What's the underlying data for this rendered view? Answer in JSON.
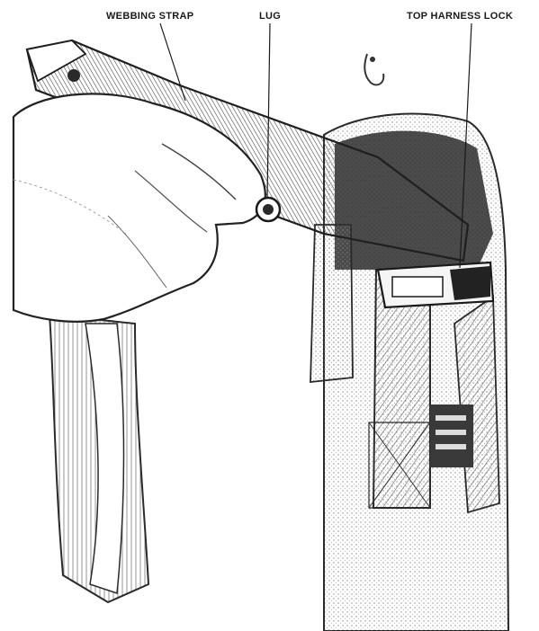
{
  "figure": {
    "labels": {
      "webbing_strap": "WEBBING STRAP",
      "lug": "LUG",
      "top_harness_lock": "TOP HARNESS LOCK"
    }
  }
}
